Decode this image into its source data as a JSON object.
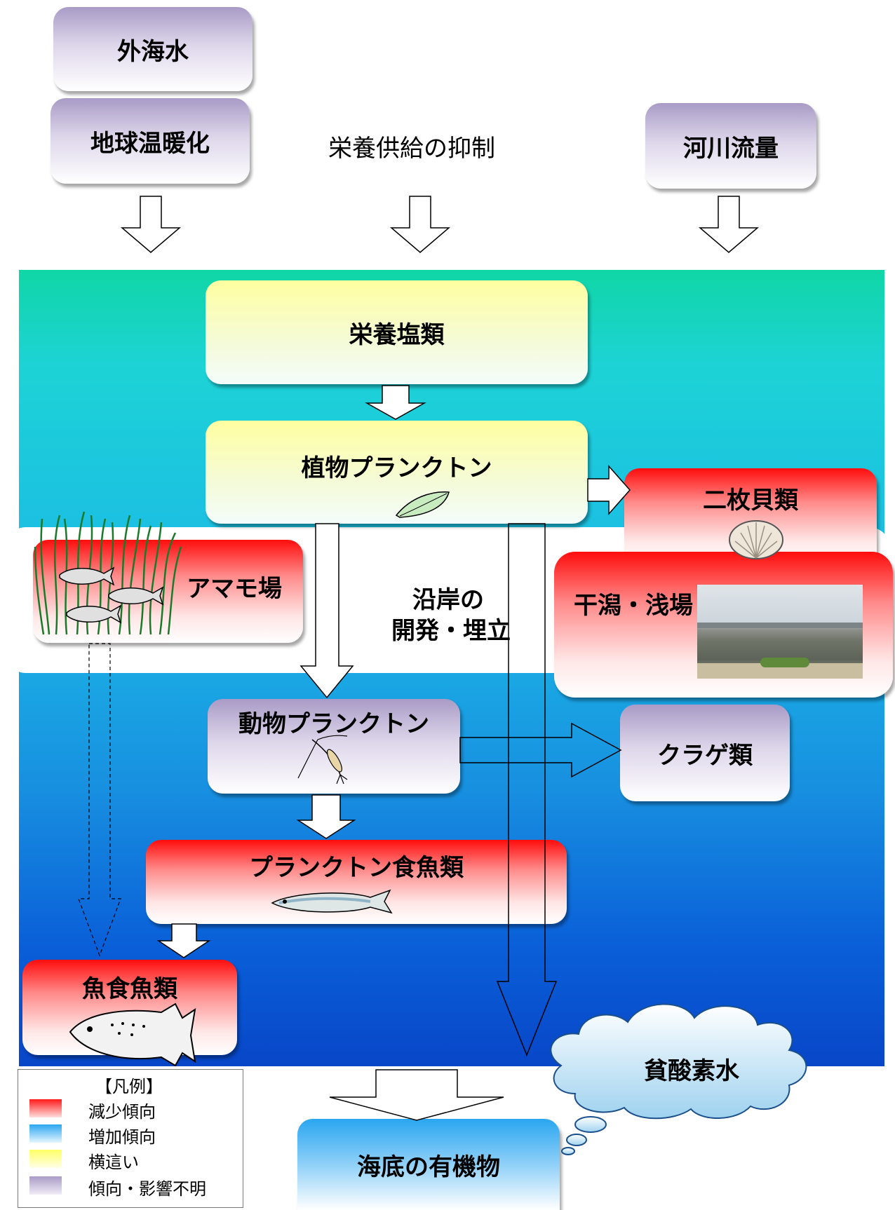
{
  "top": {
    "outer_sea_water": "外海水",
    "global_warming": "地球温暖化",
    "nutrient_supply_suppression": "栄養供給の抑制",
    "river_flow": "河川流量"
  },
  "boxes": {
    "nutrients": "栄養塩類",
    "phytoplankton": "植物プランクトン",
    "bivalves": "二枚貝類",
    "eelgrass": "アマモ場",
    "coastal_development": [
      "沿岸の",
      "開発・埋立"
    ],
    "tidal_flats": "干潟・浅場",
    "zooplankton": "動物プランクトン",
    "jellyfish": "クラゲ類",
    "planktivorous_fish": "プランクトン食魚類",
    "piscivorous_fish": "魚食魚類",
    "hypoxic_water": "貧酸素水",
    "seafloor_organics": "海底の有機物"
  },
  "legend": {
    "title": "【凡例】",
    "items": [
      {
        "label": "減少傾向",
        "color": "#ff1a1a"
      },
      {
        "label": "増加傾向",
        "color": "#2aa6f0"
      },
      {
        "label": "横這い",
        "color": "#ffff66"
      },
      {
        "label": "傾向・影響不明",
        "color": "#a99bc6"
      }
    ]
  },
  "colors": {
    "sea_top": "#0fd4a8",
    "sea_mid": "#1ec3e6",
    "sea_bottom": "#0a4fd0",
    "decrease": "#ff1a1a",
    "increase": "#2aa6f0",
    "flat": "#ffff66",
    "unknown": "#a99bc6"
  }
}
